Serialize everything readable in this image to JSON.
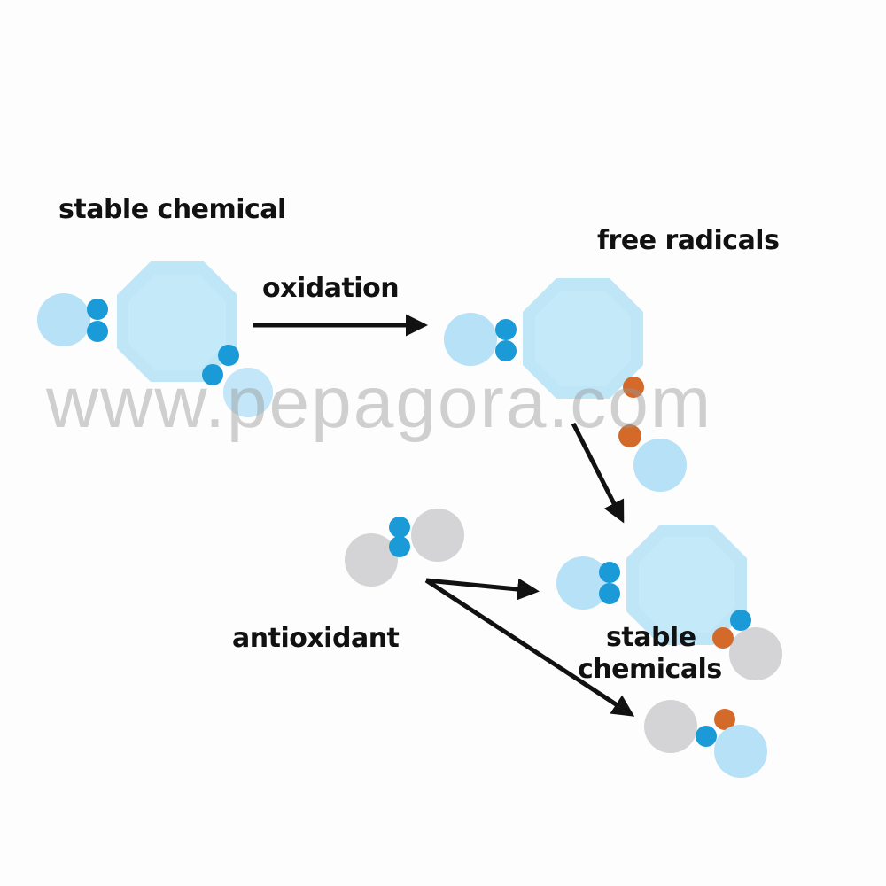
{
  "labels": {
    "stable_chemical": "stable chemical",
    "oxidation": "oxidation",
    "free_radicals": "free radicals",
    "antioxidant": "antioxidant",
    "stable_chemicals_line1": "stable",
    "stable_chemicals_line2": "chemicals"
  },
  "watermark": "www.pepagora.com",
  "colors": {
    "big_molecule": "#bfe6f7",
    "small_blue": "#b6e1f6",
    "atom_blue": "#1a9ad6",
    "atom_orange": "#d36a2a",
    "atom_gray": "#d4d4d6",
    "arrow": "#111111"
  }
}
